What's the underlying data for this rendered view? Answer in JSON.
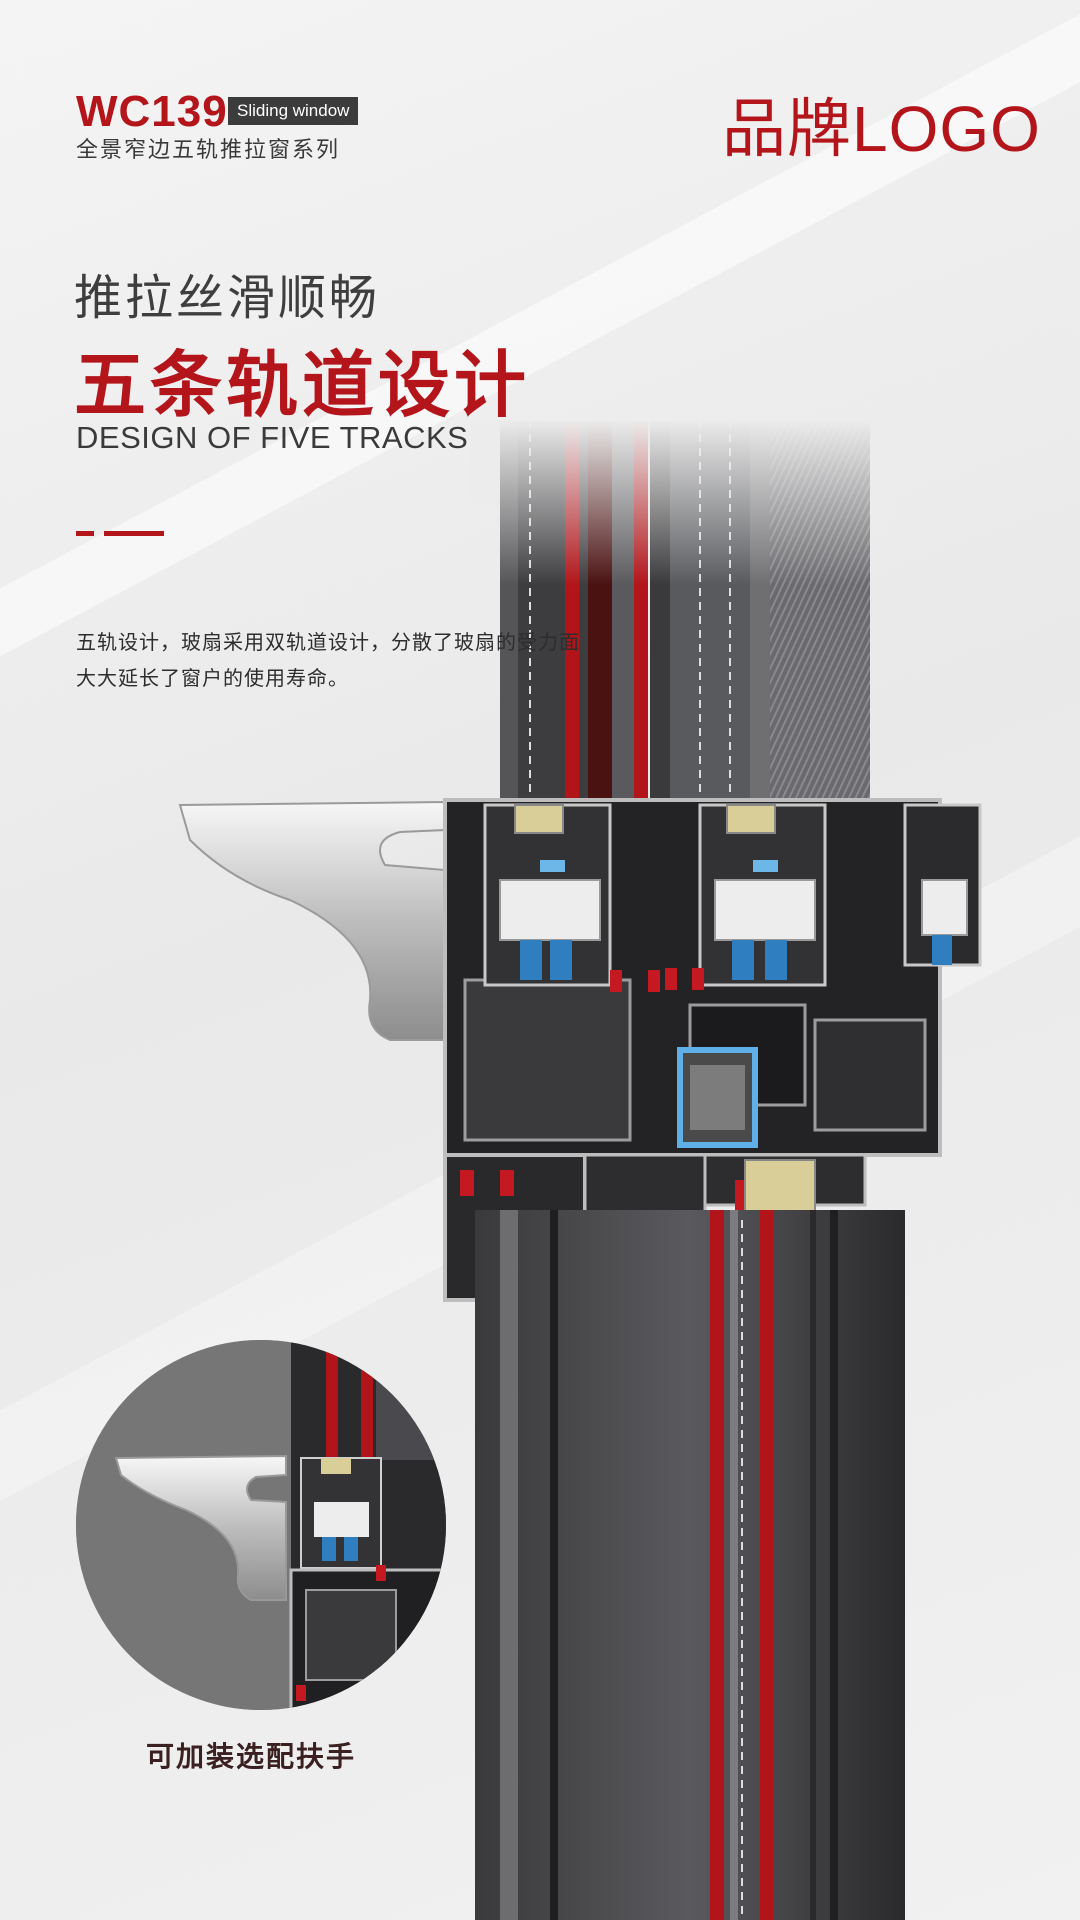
{
  "header": {
    "model": "WC139",
    "model_tag": "Sliding window",
    "series_name": "全景窄边五轨推拉窗系列",
    "brand_logo": "品牌LOGO"
  },
  "feature": {
    "headline": "推拉丝滑顺畅",
    "title": "五条轨道设计",
    "subtitle_en": "DESIGN OF FIVE TRACKS",
    "description_line1": "五轨设计，玻扇采用双轨道设计，分散了玻扇的受力面",
    "description_line2": "大大延长了窗户的使用寿命。"
  },
  "inset": {
    "caption": "可加装选配扶手"
  },
  "colors": {
    "accent": "#b3151b",
    "text_dark": "#3a3a3a",
    "frame_dark": "#2e2e30",
    "seal_blue": "#2f7fc0"
  }
}
